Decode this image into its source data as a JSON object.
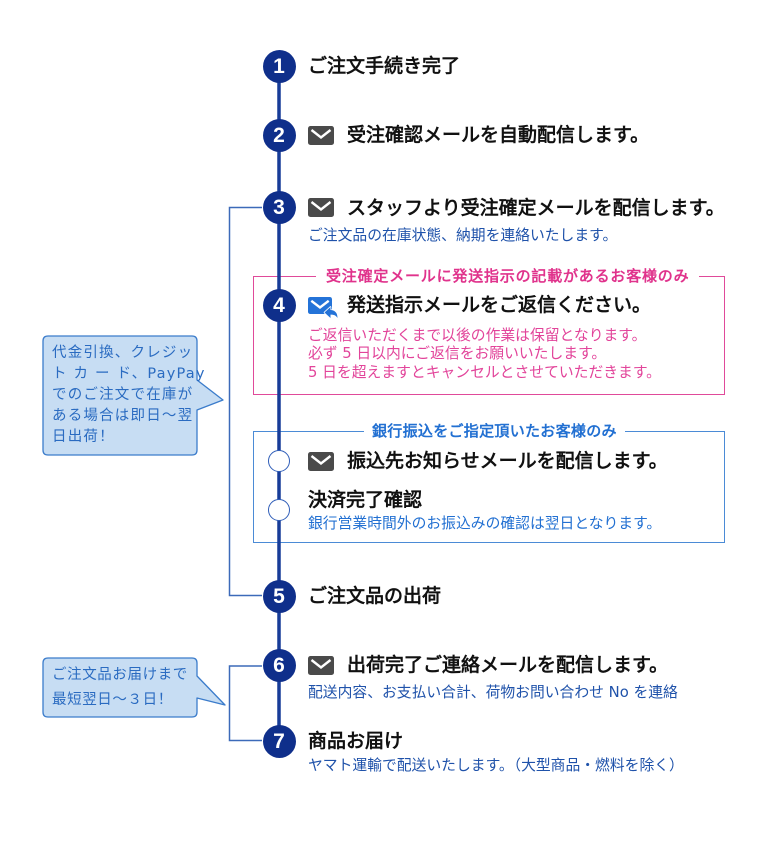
{
  "colors": {
    "navy": "#0f2f8b",
    "timeline": "#173c98",
    "bracket": "#3c6ab9",
    "hollow": "#2f5db8",
    "heading": "#111111",
    "note_blue": "#1f52aa",
    "pink": "#e0338c",
    "pink_text": "#e2449a",
    "pink_border": "#e04a9a",
    "bank_blue": "#2270d2",
    "bank_border": "#4b8bd6",
    "callout_fill": "#c7ddf3",
    "callout_border": "#3b7ccb",
    "callout_text": "#2a6bc1",
    "mail_icon": "#4a4a4a",
    "mail_reply_icon": "#2473d8"
  },
  "steps": [
    {
      "number": "1",
      "title": "ご注文手続き完了"
    },
    {
      "number": "2",
      "icon": "mail-icon",
      "title": "受注確認メールを自動配信します。"
    },
    {
      "number": "3",
      "icon": "mail-icon",
      "title": "スタッフより受注確定メールを配信します。",
      "note": "ご注文品の在庫状態、納期を連絡いたします。"
    },
    {
      "number": "4",
      "icon": "mail-reply-icon",
      "title": "発送指示メールをご返信ください。",
      "notes": [
        "ご返信いただくまで以後の作業は保留となります。",
        "必ず 5 日以内にご返信をお願いいたします。",
        "5 日を超えますとキャンセルとさせていただきます。"
      ]
    },
    {
      "number": "5",
      "title": "ご注文品の出荷"
    },
    {
      "number": "6",
      "icon": "mail-icon",
      "title": "出荷完了ご連絡メールを配信します。",
      "note": "配送内容、お支払い合計、荷物お問い合わせ No を連絡"
    },
    {
      "number": "7",
      "title": "商品お届け",
      "note": "ヤマト運輸で配送いたします。（大型商品・燃料を除く）"
    }
  ],
  "conditional_sections": {
    "shipping_instruction": {
      "label": "受注確定メールに発送指示の記載があるお客様のみ"
    },
    "bank_transfer": {
      "label": "銀行振込をご指定頂いたお客様のみ",
      "substeps": [
        {
          "icon": "mail-icon",
          "title": "振込先お知らせメールを配信します。"
        },
        {
          "title": "決済完了確認",
          "note": "銀行営業時間外のお振込みの確認は翌日となります。"
        }
      ]
    }
  },
  "callouts": [
    {
      "lines": [
        "代金引換、クレジッ",
        "ト カ ー ド、PayPay",
        "でのご注文で在庫が",
        "ある場合は即日～翌",
        "日出荷！"
      ]
    },
    {
      "lines": [
        "ご注文品お届けまで",
        "最短翌日～３日！"
      ]
    }
  ]
}
